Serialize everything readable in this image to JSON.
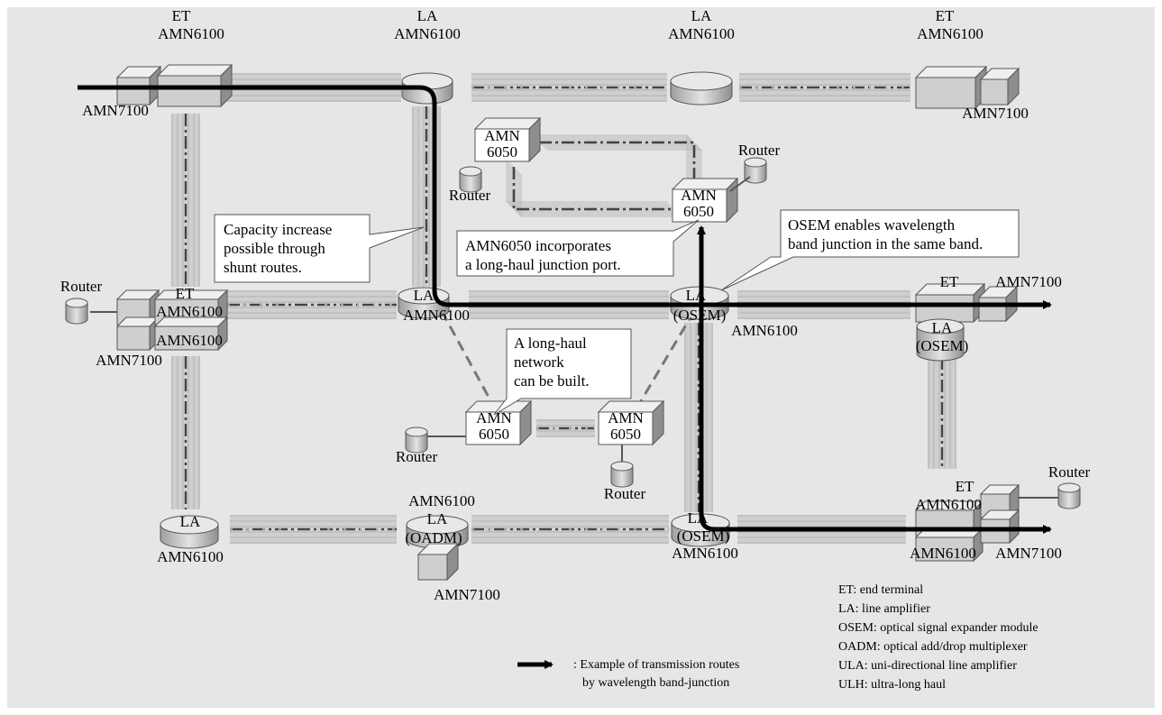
{
  "diagram": {
    "node_labels": {
      "et_tl_type": "ET",
      "et_tl_model": "AMN6100",
      "amn7100_tl": "AMN7100",
      "la_top_mid1_type": "LA",
      "la_top_mid1_model": "AMN6100",
      "la_top_mid2_type": "LA",
      "la_top_mid2_model": "AMN6100",
      "et_tr_type": "ET",
      "et_tr_model": "AMN6100",
      "amn7100_tr": "AMN7100",
      "amn6050_a_line1": "AMN",
      "amn6050_a_line2": "6050",
      "router_a": "Router",
      "router_b": "Router",
      "amn6050_b_line1": "AMN",
      "amn6050_b_line2": "6050",
      "router_left": "Router",
      "et_ml_type": "ET",
      "et_ml_model1": "AMN6100",
      "et_ml_model2": "AMN6100",
      "amn7100_ml": "AMN7100",
      "la_mid1_type": "LA",
      "la_mid1_model": "AMN6100",
      "la_mid2_type": "LA",
      "la_mid2_sub": "(OSEM)",
      "la_mid2_model": "AMN6100",
      "et_mr_type": "ET",
      "amn7100_mr": "AMN7100",
      "la_right_type": "LA",
      "la_right_sub": "(OSEM)",
      "amn6050_c_line1": "AMN",
      "amn6050_c_line2": "6050",
      "router_c": "Router",
      "amn6050_d_line1": "AMN",
      "amn6050_d_line2": "6050",
      "router_d": "Router",
      "la_bl_type": "LA",
      "la_bl_model": "AMN6100",
      "la_bm_model_top": "AMN6100",
      "la_bm_type": "LA",
      "la_bm_sub": "(OADM)",
      "amn7100_bm": "AMN7100",
      "la_br_type": "LA",
      "la_br_sub": "(OSEM)",
      "la_br_model": "AMN6100",
      "et_br_type": "ET",
      "et_br_model1": "AMN6100",
      "et_br_model2": "AMN6100",
      "amn7100_br": "AMN7100",
      "router_br": "Router"
    },
    "callouts": {
      "capacity": [
        "Capacity increase",
        "possible through",
        "shunt routes."
      ],
      "incorporates": [
        "AMN6050 incorporates",
        "a long-haul junction port."
      ],
      "osem": [
        "OSEM enables wavelength",
        "band junction in the same band."
      ],
      "longhaul": [
        "A long-haul",
        "network",
        "can be built."
      ]
    },
    "legend": {
      "arrow_text_line1": ": Example of transmission routes",
      "arrow_text_line2": "by wavelength band-junction",
      "abbreviations": [
        "ET: end terminal",
        "LA: line amplifier",
        "OSEM: optical signal expander module",
        "OADM: optical add/drop multiplexer",
        "ULA: uni-directional line amplifier",
        "ULH: ultra-long haul"
      ]
    },
    "colors": {
      "background": "#e6e6e6",
      "frame": "#ffffff",
      "device_fill": "#d9d9d9",
      "device_side": "#9a9a9a",
      "route": "#000000"
    }
  }
}
